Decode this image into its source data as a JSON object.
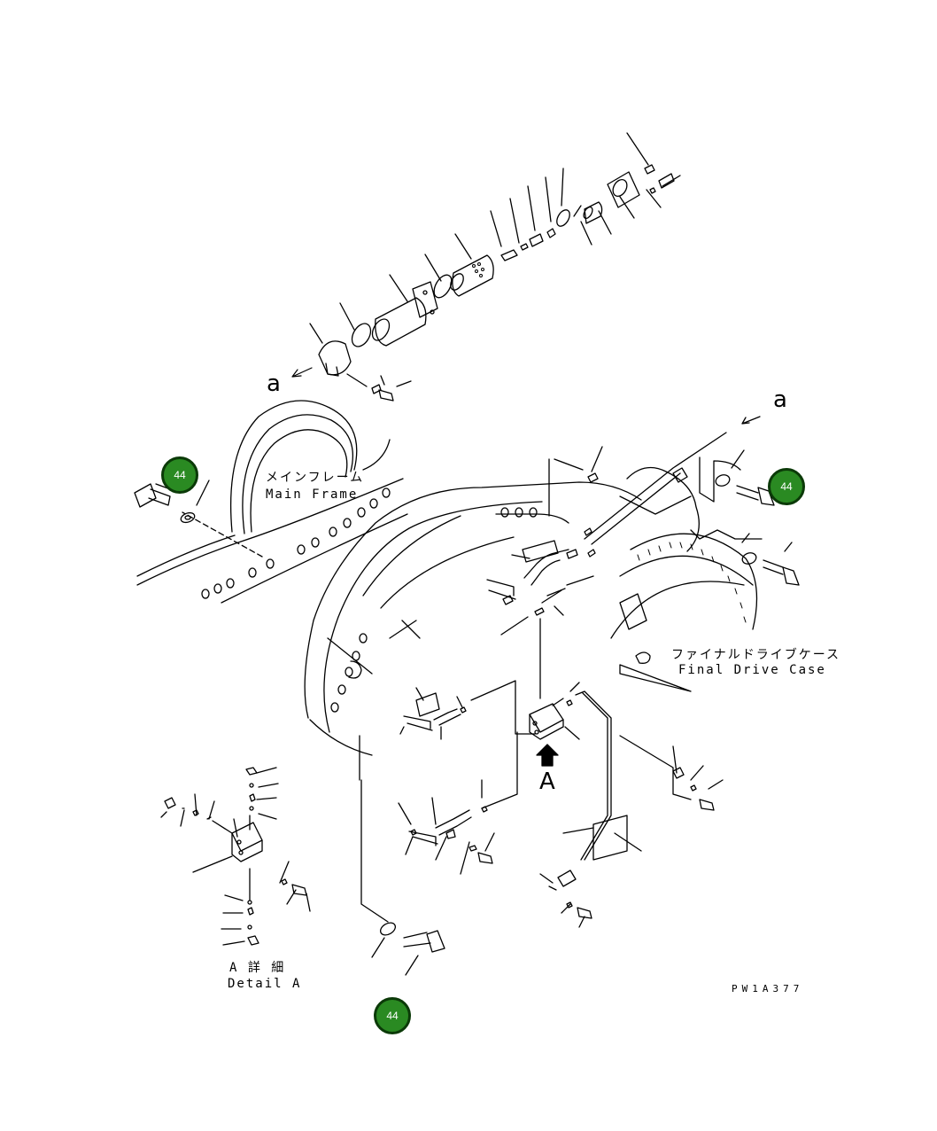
{
  "labels": {
    "view_a_top": "a",
    "view_a_right": "a",
    "main_frame_jp": "メインフレーム",
    "main_frame_en": "Main Frame",
    "final_drive_jp": "ファイナルドライブケース",
    "final_drive_en": "Final Drive Case",
    "view_arrow_letter": "A",
    "detail_jp": "A 詳 細",
    "detail_en": "Detail A",
    "drawing_code": "PW1A377"
  },
  "markers": [
    {
      "id": "marker-1",
      "number": "44"
    },
    {
      "id": "marker-2",
      "number": "44"
    },
    {
      "id": "marker-3",
      "number": "44"
    }
  ],
  "colors": {
    "marker_fill": "#2a8a22",
    "marker_border": "#0b3a08",
    "line": "#000000"
  }
}
